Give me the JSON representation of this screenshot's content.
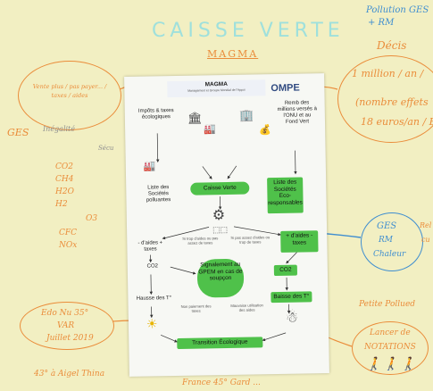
{
  "poster": {
    "title": "CAISSE VERTE",
    "subtitle": "MAGMA"
  },
  "right_notes": {
    "line1": "Pollution GES",
    "line2": "+ RM",
    "decis": "Décis",
    "r1": "1 million / an /",
    "r2": "(nombre effets",
    "r3": "18 euros/an / E"
  },
  "left_notes": {
    "bubble": "Vente plus / pas payer... / taxes / aides",
    "ges": "GES",
    "small1": "Inégalité",
    "small2": "Sécu",
    "co2": "CO2",
    "ch4": "CH4",
    "h2o": "H2O",
    "h2": "H2",
    "o3": "O3",
    "cfc": "CFC",
    "nox": "NOx",
    "dot": "..."
  },
  "bottom_notes": {
    "edu1": "Edo Nu 35°",
    "edu2": "VAR",
    "edu3": "Juillet 2019",
    "bl": "43° à Aigel Thina",
    "bc": "France 45° Gard ..."
  },
  "right_lower": {
    "ges1": "GES",
    "ges2": "RM",
    "ges3": "Chaleur",
    "rel": "Rel",
    "cu": "cu",
    "pollu": "Petite Pollued",
    "ans1": "Lancer de",
    "ans2": "NOTATIONS"
  },
  "sheet": {
    "header_title": "MAGMA",
    "header_sub": "Management et Groupe Mondial de l'Appui",
    "logo": "OMPE",
    "impots": "Impôts & taxes écologiques",
    "remb": "Remb des millions versés à l'ONU et au Fond Vert",
    "caisse": "Caisse Verte",
    "liste_pol": "Liste des Sociétés polluantes",
    "liste_eco": "Liste des Sociétés Eco-responsables",
    "moins_aides": "- d'aides + taxes",
    "plus_aides": "+ d'aides - taxes",
    "note_l": "Si trop d'aides ou pas assez de taxes",
    "note_r": "Si pas assez d'aides ou trop de taxes",
    "signal": "Signalement au GPEM en cas de soupçon",
    "co2_l": "CO2",
    "co2_r": "CO2",
    "hausse": "Hausse des T°",
    "baisse": "Baisse des T°",
    "ajust_l": "Non paiement des taxes",
    "ajust_r": "Mauvaise utilisation des aides",
    "transition": "Transition Écologique"
  }
}
